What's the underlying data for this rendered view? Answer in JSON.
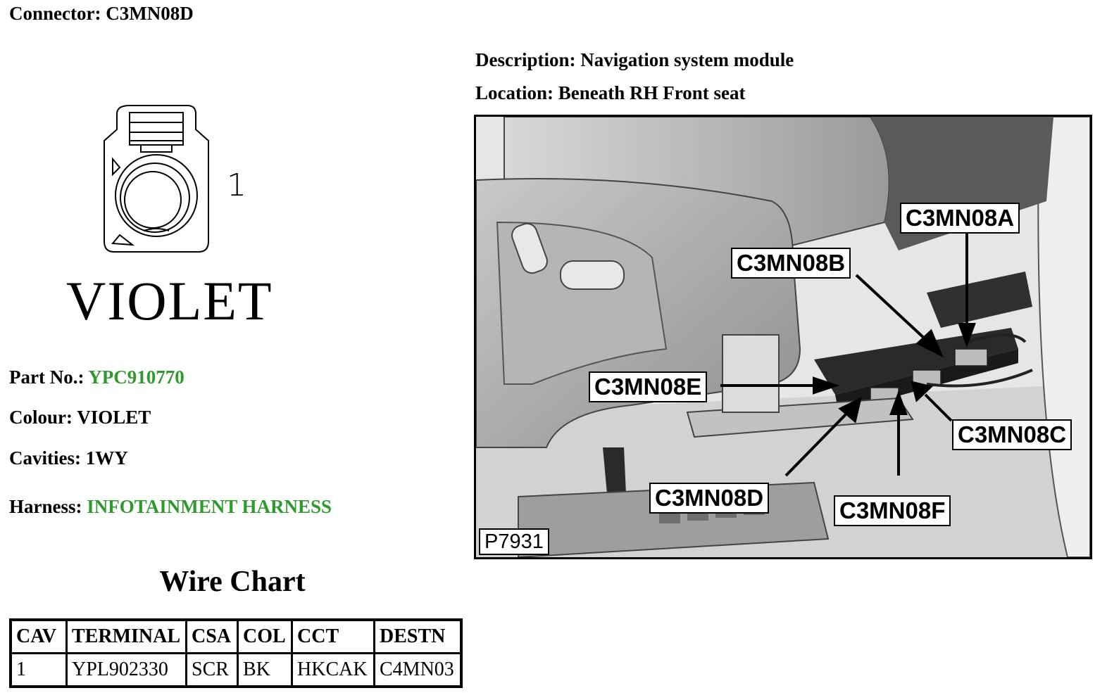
{
  "connector": {
    "label": "Connector:",
    "id": "C3MN08D"
  },
  "description": {
    "label": "Description:",
    "value": "Navigation system module"
  },
  "location": {
    "label": "Location:",
    "value": "Beneath RH Front seat"
  },
  "drawing": {
    "pin_number": "1",
    "color_label": "VIOLET"
  },
  "part_no": {
    "label": "Part No.:",
    "value": "YPC910770",
    "link_color": "#2e9a2e"
  },
  "colour": {
    "label": "Colour:",
    "value": "VIOLET"
  },
  "cavities": {
    "label": "Cavities:",
    "value": "1WY"
  },
  "harness": {
    "label": "Harness:",
    "value": "INFOTAINMENT HARNESS",
    "link_color": "#2e9a2e"
  },
  "wire_chart": {
    "title": "Wire Chart",
    "headers": [
      "CAV",
      "TERMINAL",
      "CSA",
      "COL",
      "CCT",
      "DESTN"
    ],
    "rows": [
      [
        "1",
        "YPL902330",
        "SCR",
        "BK",
        "HKCAK",
        "C4MN03"
      ]
    ]
  },
  "photo": {
    "figure_code": "P7931",
    "callouts": {
      "a": "C3MN08A",
      "b": "C3MN08B",
      "c": "C3MN08C",
      "d": "C3MN08D",
      "e": "C3MN08E",
      "f": "C3MN08F"
    }
  }
}
